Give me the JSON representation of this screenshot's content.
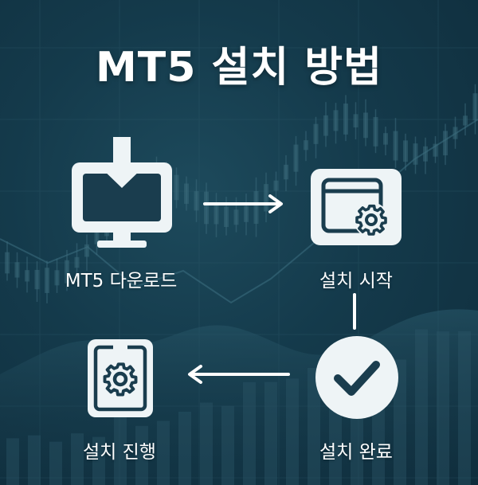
{
  "title": "MT5 설치 방법",
  "steps": [
    {
      "label": "MT5 다운로드",
      "icon": "monitor-download-icon"
    },
    {
      "label": "설치 시작",
      "icon": "window-gear-icon"
    },
    {
      "label": "설치 완료",
      "icon": "check-circle-icon"
    },
    {
      "label": "설치 진행",
      "icon": "tablet-gear-icon"
    }
  ],
  "colors": {
    "background": "#143a4b",
    "foreground": "#ffffff",
    "icon_fill": "#eef4f6",
    "icon_stroke": "#1a3d4e"
  }
}
